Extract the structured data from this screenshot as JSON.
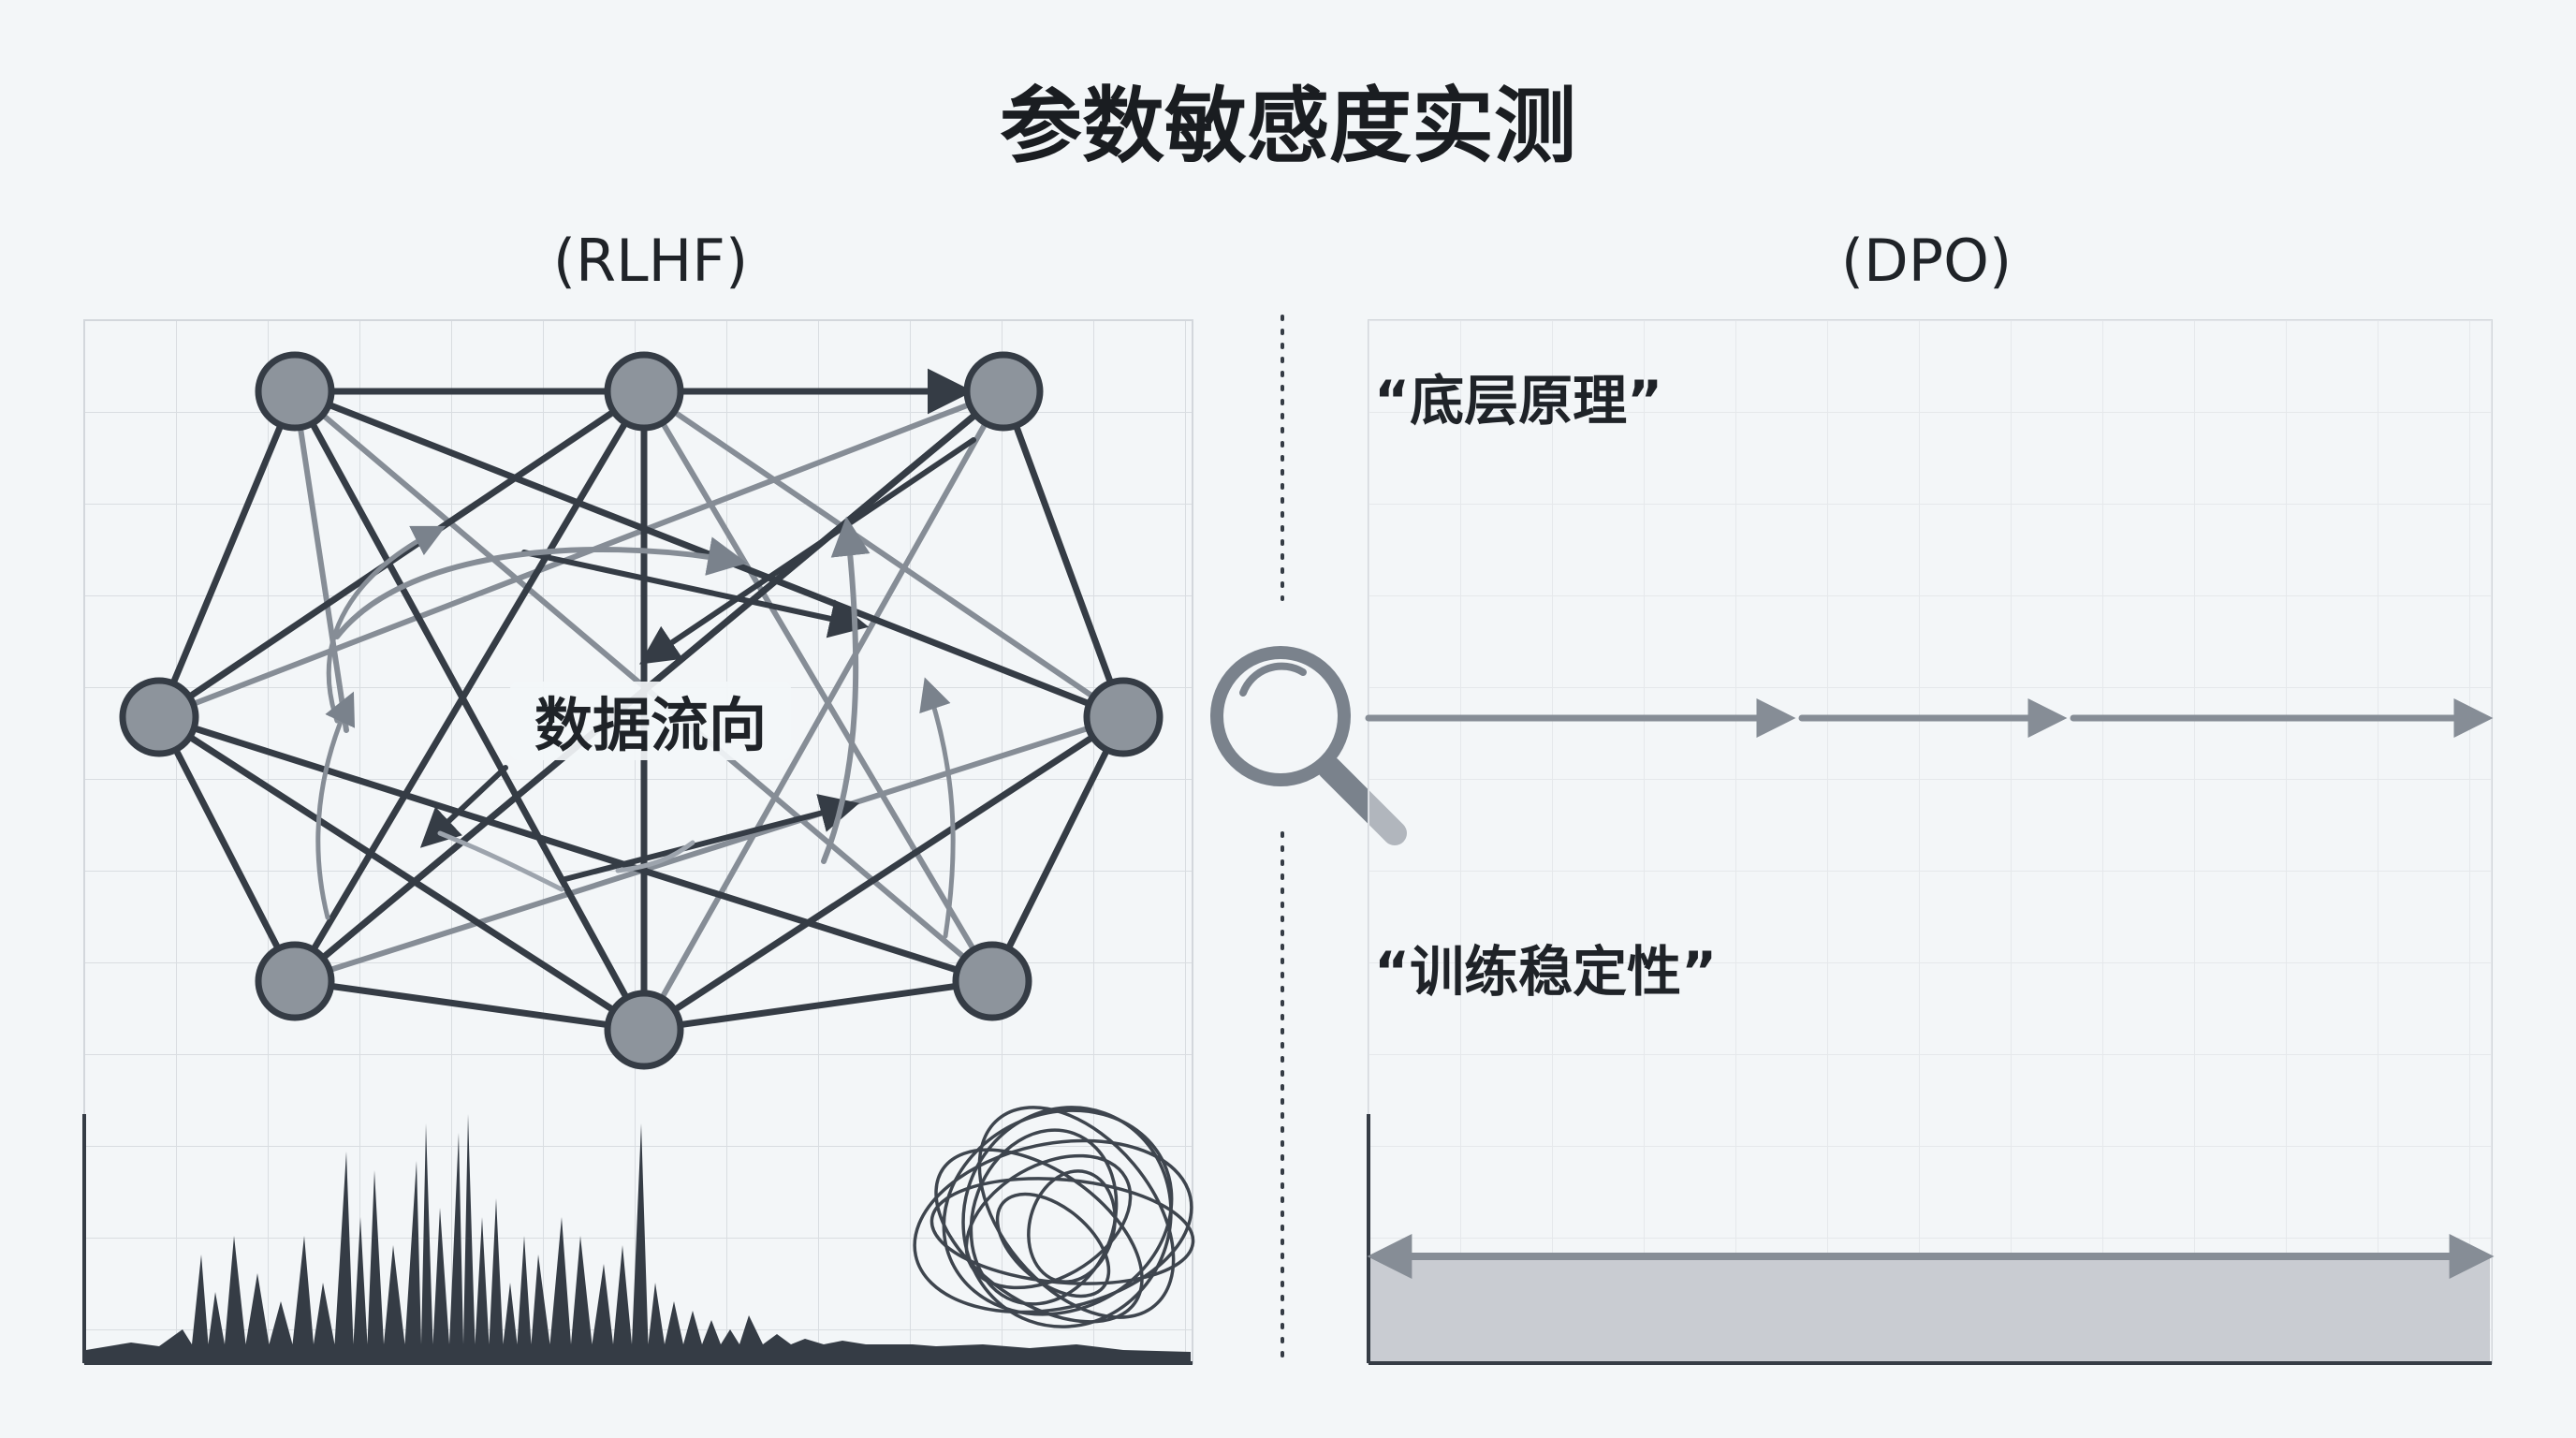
{
  "title": "参数敏感度实测",
  "left": {
    "label": "(RLHF)",
    "center_text": "数据流向"
  },
  "right": {
    "label": "(DPO)",
    "quote_principle": "“底层原理”",
    "quote_stability": "“训练稳定性”"
  },
  "icons": {
    "divider": "magnifier-icon",
    "tangle": "tangled-scribble-icon"
  },
  "colors": {
    "background": "#f3f6f8",
    "dark": "#353c45",
    "mid": "#7a828c",
    "light": "#9da4ad",
    "node_fill": "#8d949c",
    "grid": "#d9dde1",
    "band": "#c9ccd2"
  }
}
